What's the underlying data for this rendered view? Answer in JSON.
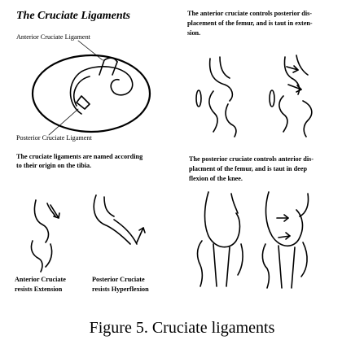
{
  "figure": {
    "title": "The Cruciate Ligaments",
    "caption": "Figure 5. Cruciate ligaments"
  },
  "top_left": {
    "label_anterior": "Anterior  Cruciate Ligament",
    "label_posterior": "Posterior Cruciate Ligament",
    "note_line1": "The cruciate ligaments are named according",
    "note_line2": "to their origin on the tibia."
  },
  "top_right": {
    "note_line1": "The anterior cruciate controls posterior dis-",
    "note_line2": "placement of the femur, and is taut in exten-",
    "note_line3": "sion."
  },
  "bottom_left": {
    "anterior_line1": "Anterior Cruciate",
    "anterior_line2": "resists Extension",
    "posterior_line1": "Posterior Cruciate",
    "posterior_line2": "resists Hyperflexion"
  },
  "bottom_right": {
    "note_line1": "The posterior cruciate controls anterior dis-",
    "note_line2": "placment of the femur, and is taut in deep",
    "note_line3": "flexion of the knee."
  }
}
